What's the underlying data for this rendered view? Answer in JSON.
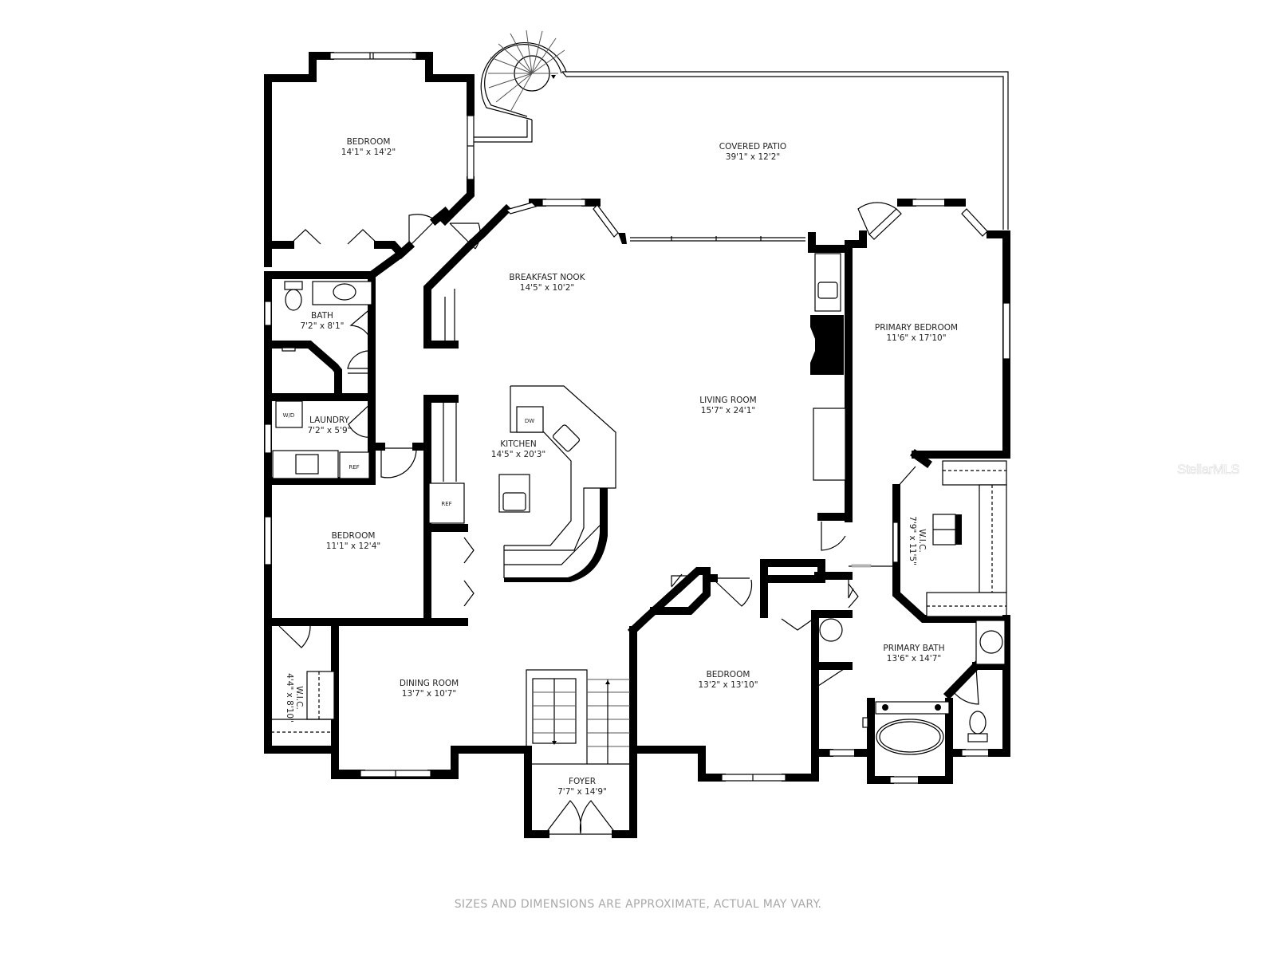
{
  "plan": {
    "rooms": [
      {
        "id": "bedroom-nw",
        "name": "BEDROOM",
        "size": "14'1\" x 14'2\""
      },
      {
        "id": "covered-patio",
        "name": "COVERED PATIO",
        "size": "39'1\" x 12'2\""
      },
      {
        "id": "breakfast-nook",
        "name": "BREAKFAST NOOK",
        "size": "14'5\" x 10'2\""
      },
      {
        "id": "bath",
        "name": "BATH",
        "size": "7'2\" x 8'1\""
      },
      {
        "id": "laundry",
        "name": "LAUNDRY",
        "size": "7'2\" x 5'9\""
      },
      {
        "id": "kitchen",
        "name": "KITCHEN",
        "size": "14'5\" x 20'3\""
      },
      {
        "id": "living-room",
        "name": "LIVING ROOM",
        "size": "15'7\" x 24'1\""
      },
      {
        "id": "primary-bedroom",
        "name": "PRIMARY BEDROOM",
        "size": "11'6\" x 17'10\""
      },
      {
        "id": "primary-wic",
        "name": "W.I.C.",
        "size": "7'9\" x 11'5\""
      },
      {
        "id": "bedroom-w",
        "name": "BEDROOM",
        "size": "11'1\" x 12'4\""
      },
      {
        "id": "wic-w",
        "name": "W.I.C.",
        "size": "4'4\" x 8'10\""
      },
      {
        "id": "dining-room",
        "name": "DINING ROOM",
        "size": "13'7\" x 10'7\""
      },
      {
        "id": "bedroom-s",
        "name": "BEDROOM",
        "size": "13'2\" x 13'10\""
      },
      {
        "id": "primary-bath",
        "name": "PRIMARY BATH",
        "size": "13'6\" x 14'7\""
      },
      {
        "id": "foyer",
        "name": "FOYER",
        "size": "7'7\" x 14'9\""
      }
    ],
    "fixtures": {
      "dishwasher": "DW",
      "washer_dryer": "W/D",
      "fridge_laundry": "REF",
      "fridge_kitchen": "REF"
    }
  },
  "footer": {
    "disclaimer": "SIZES AND DIMENSIONS ARE APPROXIMATE, ACTUAL MAY VARY."
  },
  "watermark": {
    "text": "StellarMLS"
  }
}
